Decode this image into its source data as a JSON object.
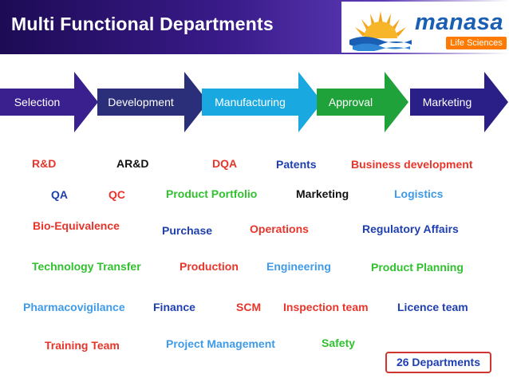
{
  "header": {
    "title": "Multi Functional Departments",
    "logo": {
      "wordmark": "manasa",
      "subtitle": "Life Sciences"
    }
  },
  "pipeline": [
    {
      "label": "Selection",
      "color": "#3a1f8f"
    },
    {
      "label": "Development",
      "color": "#2b2f7a"
    },
    {
      "label": "Manufacturing",
      "color": "#19a8e0"
    },
    {
      "label": "Approval",
      "color": "#1fa23a"
    },
    {
      "label": "Marketing",
      "color": "#2a1f86"
    }
  ],
  "departments": [
    {
      "name": "R&D",
      "color": "red"
    },
    {
      "name": "AR&D",
      "color": "black"
    },
    {
      "name": "DQA",
      "color": "red"
    },
    {
      "name": "Patents",
      "color": "blue"
    },
    {
      "name": "Business development",
      "color": "red"
    },
    {
      "name": "QA",
      "color": "blue"
    },
    {
      "name": "QC",
      "color": "red"
    },
    {
      "name": "Product Portfolio",
      "color": "green"
    },
    {
      "name": "Marketing",
      "color": "black"
    },
    {
      "name": "Logistics",
      "color": "sky"
    },
    {
      "name": "Bio-Equivalence",
      "color": "red"
    },
    {
      "name": "Purchase",
      "color": "blue"
    },
    {
      "name": "Operations",
      "color": "red"
    },
    {
      "name": "Regulatory Affairs",
      "color": "blue"
    },
    {
      "name": "Technology Transfer",
      "color": "green"
    },
    {
      "name": "Production",
      "color": "red"
    },
    {
      "name": "Engineering",
      "color": "sky"
    },
    {
      "name": "Product Planning",
      "color": "green"
    },
    {
      "name": "Pharmacovigilance",
      "color": "sky"
    },
    {
      "name": "Finance",
      "color": "blue"
    },
    {
      "name": "SCM",
      "color": "red"
    },
    {
      "name": "Inspection team",
      "color": "red"
    },
    {
      "name": "Licence team",
      "color": "blue"
    },
    {
      "name": "Training Team",
      "color": "red"
    },
    {
      "name": "Project Management",
      "color": "sky"
    },
    {
      "name": "Safety",
      "color": "green"
    }
  ],
  "summary": {
    "count_label": "26 Departments"
  }
}
